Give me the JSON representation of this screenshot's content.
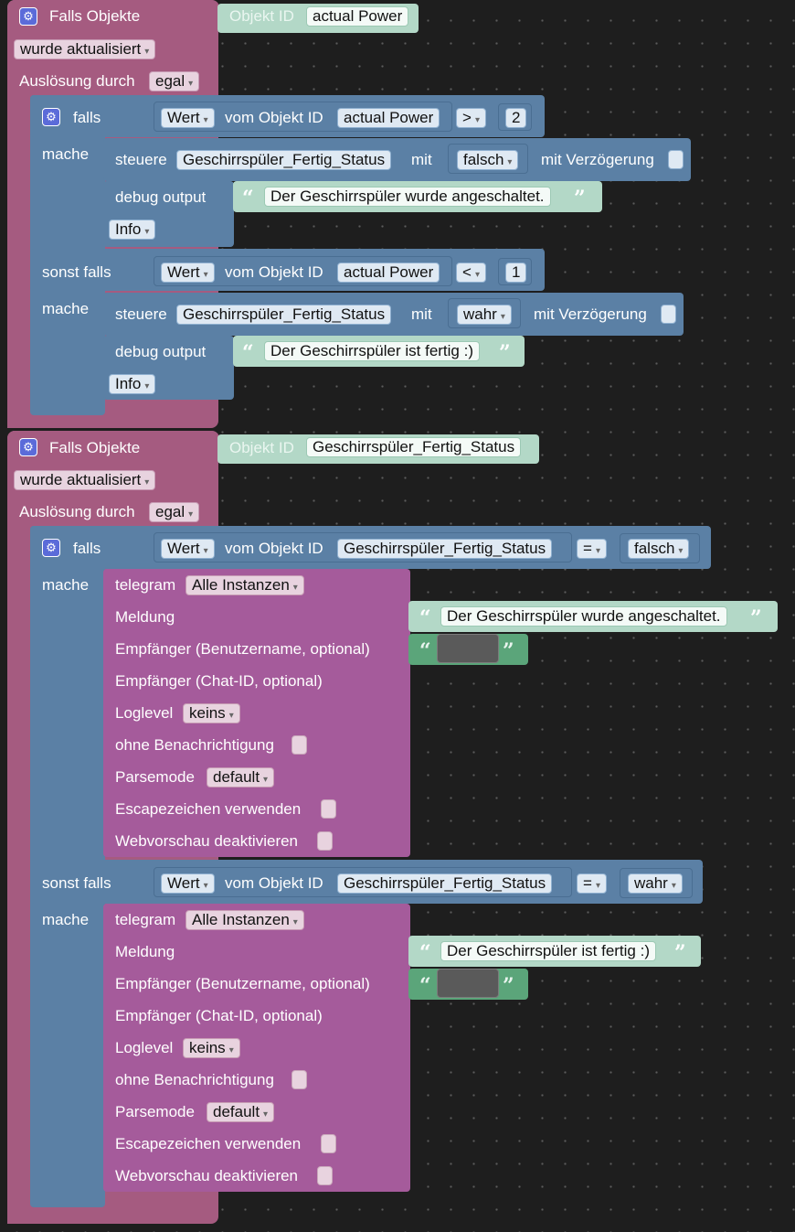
{
  "gear_icon": "⚙",
  "quote_open": "“",
  "quote_close": "”",
  "trigger1": {
    "title": "Falls Objekte",
    "objid_label": "Objekt ID",
    "objid_value": "actual Power",
    "event": "wurde aktualisiert",
    "trigger_label": "Auslösung durch",
    "trigger_value": "egal",
    "if": {
      "falls": "falls",
      "mache": "mache",
      "sonst_falls": "sonst falls",
      "cond1": {
        "wert": "Wert",
        "vom": "vom Objekt ID",
        "obj": "actual Power",
        "op": ">",
        "num": "2"
      },
      "set1": {
        "steuere": "steuere",
        "target": "Geschirrspüler_Fertig_Status",
        "mit": "mit",
        "value": "falsch",
        "delay": "mit Verzögerung"
      },
      "debug1": {
        "label": "debug output",
        "text": "Der Geschirrspüler wurde angeschaltet.",
        "level": "Info"
      },
      "cond2": {
        "wert": "Wert",
        "vom": "vom Objekt ID",
        "obj": "actual Power",
        "op": "<",
        "num": "1"
      },
      "set2": {
        "steuere": "steuere",
        "target": "Geschirrspüler_Fertig_Status",
        "mit": "mit",
        "value": "wahr",
        "delay": "mit Verzögerung"
      },
      "debug2": {
        "label": "debug output",
        "text": "Der Geschirrspüler ist fertig :)",
        "level": "Info"
      }
    }
  },
  "trigger2": {
    "title": "Falls Objekte",
    "objid_label": "Objekt ID",
    "objid_value": "Geschirrspüler_Fertig_Status",
    "event": "wurde aktualisiert",
    "trigger_label": "Auslösung durch",
    "trigger_value": "egal",
    "if": {
      "falls": "falls",
      "mache": "mache",
      "sonst_falls": "sonst falls",
      "cond1": {
        "wert": "Wert",
        "vom": "vom Objekt ID",
        "obj": "Geschirrspüler_Fertig_Status",
        "op": "=",
        "val": "falsch"
      },
      "cond2": {
        "wert": "Wert",
        "vom": "vom Objekt ID",
        "obj": "Geschirrspüler_Fertig_Status",
        "op": "=",
        "val": "wahr"
      },
      "tel1": {
        "telegram": "telegram",
        "instances": "Alle Instanzen",
        "meldung": "Meldung",
        "message": "Der Geschirrspüler wurde angeschaltet.",
        "empf_user": "Empfänger (Benutzername, optional)",
        "empf_chat": "Empfänger (Chat-ID, optional)",
        "loglevel": "Loglevel",
        "loglevel_value": "keins",
        "ohne": "ohne Benachrichtigung",
        "parsemode": "Parsemode",
        "parsemode_value": "default",
        "escape": "Escapezeichen verwenden",
        "webvorschau": "Webvorschau deaktivieren"
      },
      "tel2": {
        "telegram": "telegram",
        "instances": "Alle Instanzen",
        "meldung": "Meldung",
        "message": "Der Geschirrspüler ist fertig :)",
        "empf_user": "Empfänger (Benutzername, optional)",
        "empf_chat": "Empfänger (Chat-ID, optional)",
        "loglevel": "Loglevel",
        "loglevel_value": "keins",
        "ohne": "ohne Benachrichtigung",
        "parsemode": "Parsemode",
        "parsemode_value": "default",
        "escape": "Escapezeichen verwenden",
        "webvorschau": "Webvorschau deaktivieren"
      }
    }
  }
}
